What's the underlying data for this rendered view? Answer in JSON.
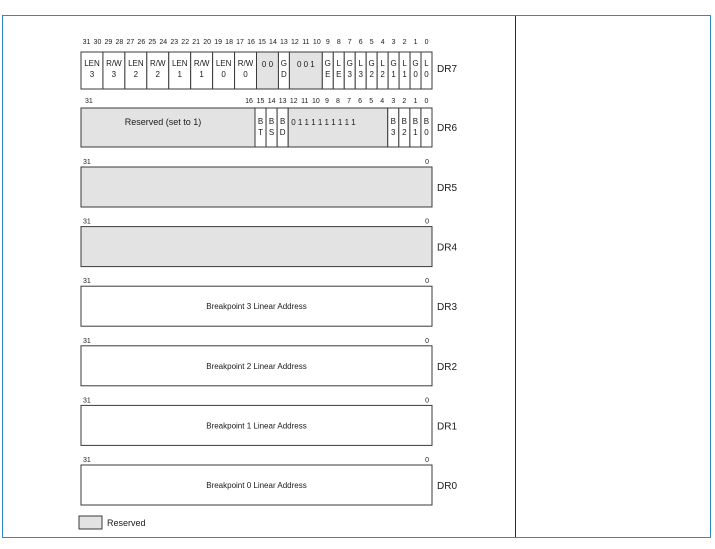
{
  "registers": {
    "dr7": {
      "name": "DR7",
      "bit_numbers": [
        "31",
        "30",
        "29",
        "28",
        "27",
        "26",
        "25",
        "24",
        "23",
        "22",
        "21",
        "20",
        "19",
        "18",
        "17",
        "16",
        "15",
        "14",
        "13",
        "12",
        "11",
        "10",
        "9",
        "8",
        "7",
        "6",
        "5",
        "4",
        "3",
        "2",
        "1",
        "0"
      ],
      "fields": [
        {
          "lines": [
            "LEN",
            "3"
          ],
          "bits": [
            31,
            30
          ],
          "reserved": false
        },
        {
          "lines": [
            "R/W",
            "3"
          ],
          "bits": [
            29,
            28
          ],
          "reserved": false
        },
        {
          "lines": [
            "LEN",
            "2"
          ],
          "bits": [
            27,
            26
          ],
          "reserved": false
        },
        {
          "lines": [
            "R/W",
            "2"
          ],
          "bits": [
            25,
            24
          ],
          "reserved": false
        },
        {
          "lines": [
            "LEN",
            "1"
          ],
          "bits": [
            23,
            22
          ],
          "reserved": false
        },
        {
          "lines": [
            "R/W",
            "1"
          ],
          "bits": [
            21,
            20
          ],
          "reserved": false
        },
        {
          "lines": [
            "LEN",
            "0"
          ],
          "bits": [
            19,
            18
          ],
          "reserved": false
        },
        {
          "lines": [
            "R/W",
            "0"
          ],
          "bits": [
            17,
            16
          ],
          "reserved": false
        },
        {
          "lines": [
            "0 0"
          ],
          "bits": [
            15,
            14
          ],
          "reserved": true
        },
        {
          "lines": [
            "G",
            "D"
          ],
          "bits": [
            13,
            13
          ],
          "reserved": false
        },
        {
          "lines": [
            "0 0 1"
          ],
          "bits": [
            12,
            10
          ],
          "reserved": true
        },
        {
          "lines": [
            "G",
            "E"
          ],
          "bits": [
            9,
            9
          ],
          "reserved": false
        },
        {
          "lines": [
            "L",
            "E"
          ],
          "bits": [
            8,
            8
          ],
          "reserved": false
        },
        {
          "lines": [
            "G",
            "3"
          ],
          "bits": [
            7,
            7
          ],
          "reserved": false
        },
        {
          "lines": [
            "L",
            "3"
          ],
          "bits": [
            6,
            6
          ],
          "reserved": false
        },
        {
          "lines": [
            "G",
            "2"
          ],
          "bits": [
            5,
            5
          ],
          "reserved": false
        },
        {
          "lines": [
            "L",
            "2"
          ],
          "bits": [
            4,
            4
          ],
          "reserved": false
        },
        {
          "lines": [
            "G",
            "1"
          ],
          "bits": [
            3,
            3
          ],
          "reserved": false
        },
        {
          "lines": [
            "L",
            "1"
          ],
          "bits": [
            2,
            2
          ],
          "reserved": false
        },
        {
          "lines": [
            "G",
            "0"
          ],
          "bits": [
            1,
            1
          ],
          "reserved": false
        },
        {
          "lines": [
            "L",
            "0"
          ],
          "bits": [
            0,
            0
          ],
          "reserved": false
        }
      ]
    },
    "dr6": {
      "name": "DR6",
      "bit_numbers": [
        "31",
        "16",
        "15",
        "14",
        "13",
        "12",
        "11",
        "10",
        "9",
        "8",
        "7",
        "6",
        "5",
        "4",
        "3",
        "2",
        "1",
        "0"
      ],
      "fields": [
        {
          "lines": [
            "Reserved (set to 1)"
          ],
          "bits": [
            31,
            16
          ],
          "reserved": true
        },
        {
          "lines": [
            "B",
            "T"
          ],
          "bits": [
            15,
            15
          ],
          "reserved": false
        },
        {
          "lines": [
            "B",
            "S"
          ],
          "bits": [
            14,
            14
          ],
          "reserved": false
        },
        {
          "lines": [
            "B",
            "D"
          ],
          "bits": [
            13,
            13
          ],
          "reserved": false
        },
        {
          "lines": [
            "0 1 1 1 1 1 1 1 1 1"
          ],
          "bits": [
            12,
            4
          ],
          "reserved": true
        },
        {
          "lines": [
            "B",
            "3"
          ],
          "bits": [
            3,
            3
          ],
          "reserved": false
        },
        {
          "lines": [
            "B",
            "2"
          ],
          "bits": [
            2,
            2
          ],
          "reserved": false
        },
        {
          "lines": [
            "B",
            "1"
          ],
          "bits": [
            1,
            1
          ],
          "reserved": false
        },
        {
          "lines": [
            "B",
            "0"
          ],
          "bits": [
            0,
            0
          ],
          "reserved": false
        }
      ]
    },
    "full_width": [
      {
        "name": "DR5",
        "msb": "31",
        "lsb": "0",
        "label": "",
        "reserved": true
      },
      {
        "name": "DR4",
        "msb": "31",
        "lsb": "0",
        "label": "",
        "reserved": true
      },
      {
        "name": "DR3",
        "msb": "31",
        "lsb": "0",
        "label": "Breakpoint 3 Linear Address",
        "reserved": false
      },
      {
        "name": "DR2",
        "msb": "31",
        "lsb": "0",
        "label": "Breakpoint 2 Linear Address",
        "reserved": false
      },
      {
        "name": "DR1",
        "msb": "31",
        "lsb": "0",
        "label": "Breakpoint 1 Linear Address",
        "reserved": false
      },
      {
        "name": "DR0",
        "msb": "31",
        "lsb": "0",
        "label": "Breakpoint 0 Linear Address",
        "reserved": false
      }
    ]
  },
  "legend": {
    "label": "Reserved"
  },
  "colors": {
    "reserved_fill": "#e3e3e3",
    "normal_fill": "#ffffff",
    "border": "#3a3a3a",
    "frame": "#2f8ac0"
  }
}
